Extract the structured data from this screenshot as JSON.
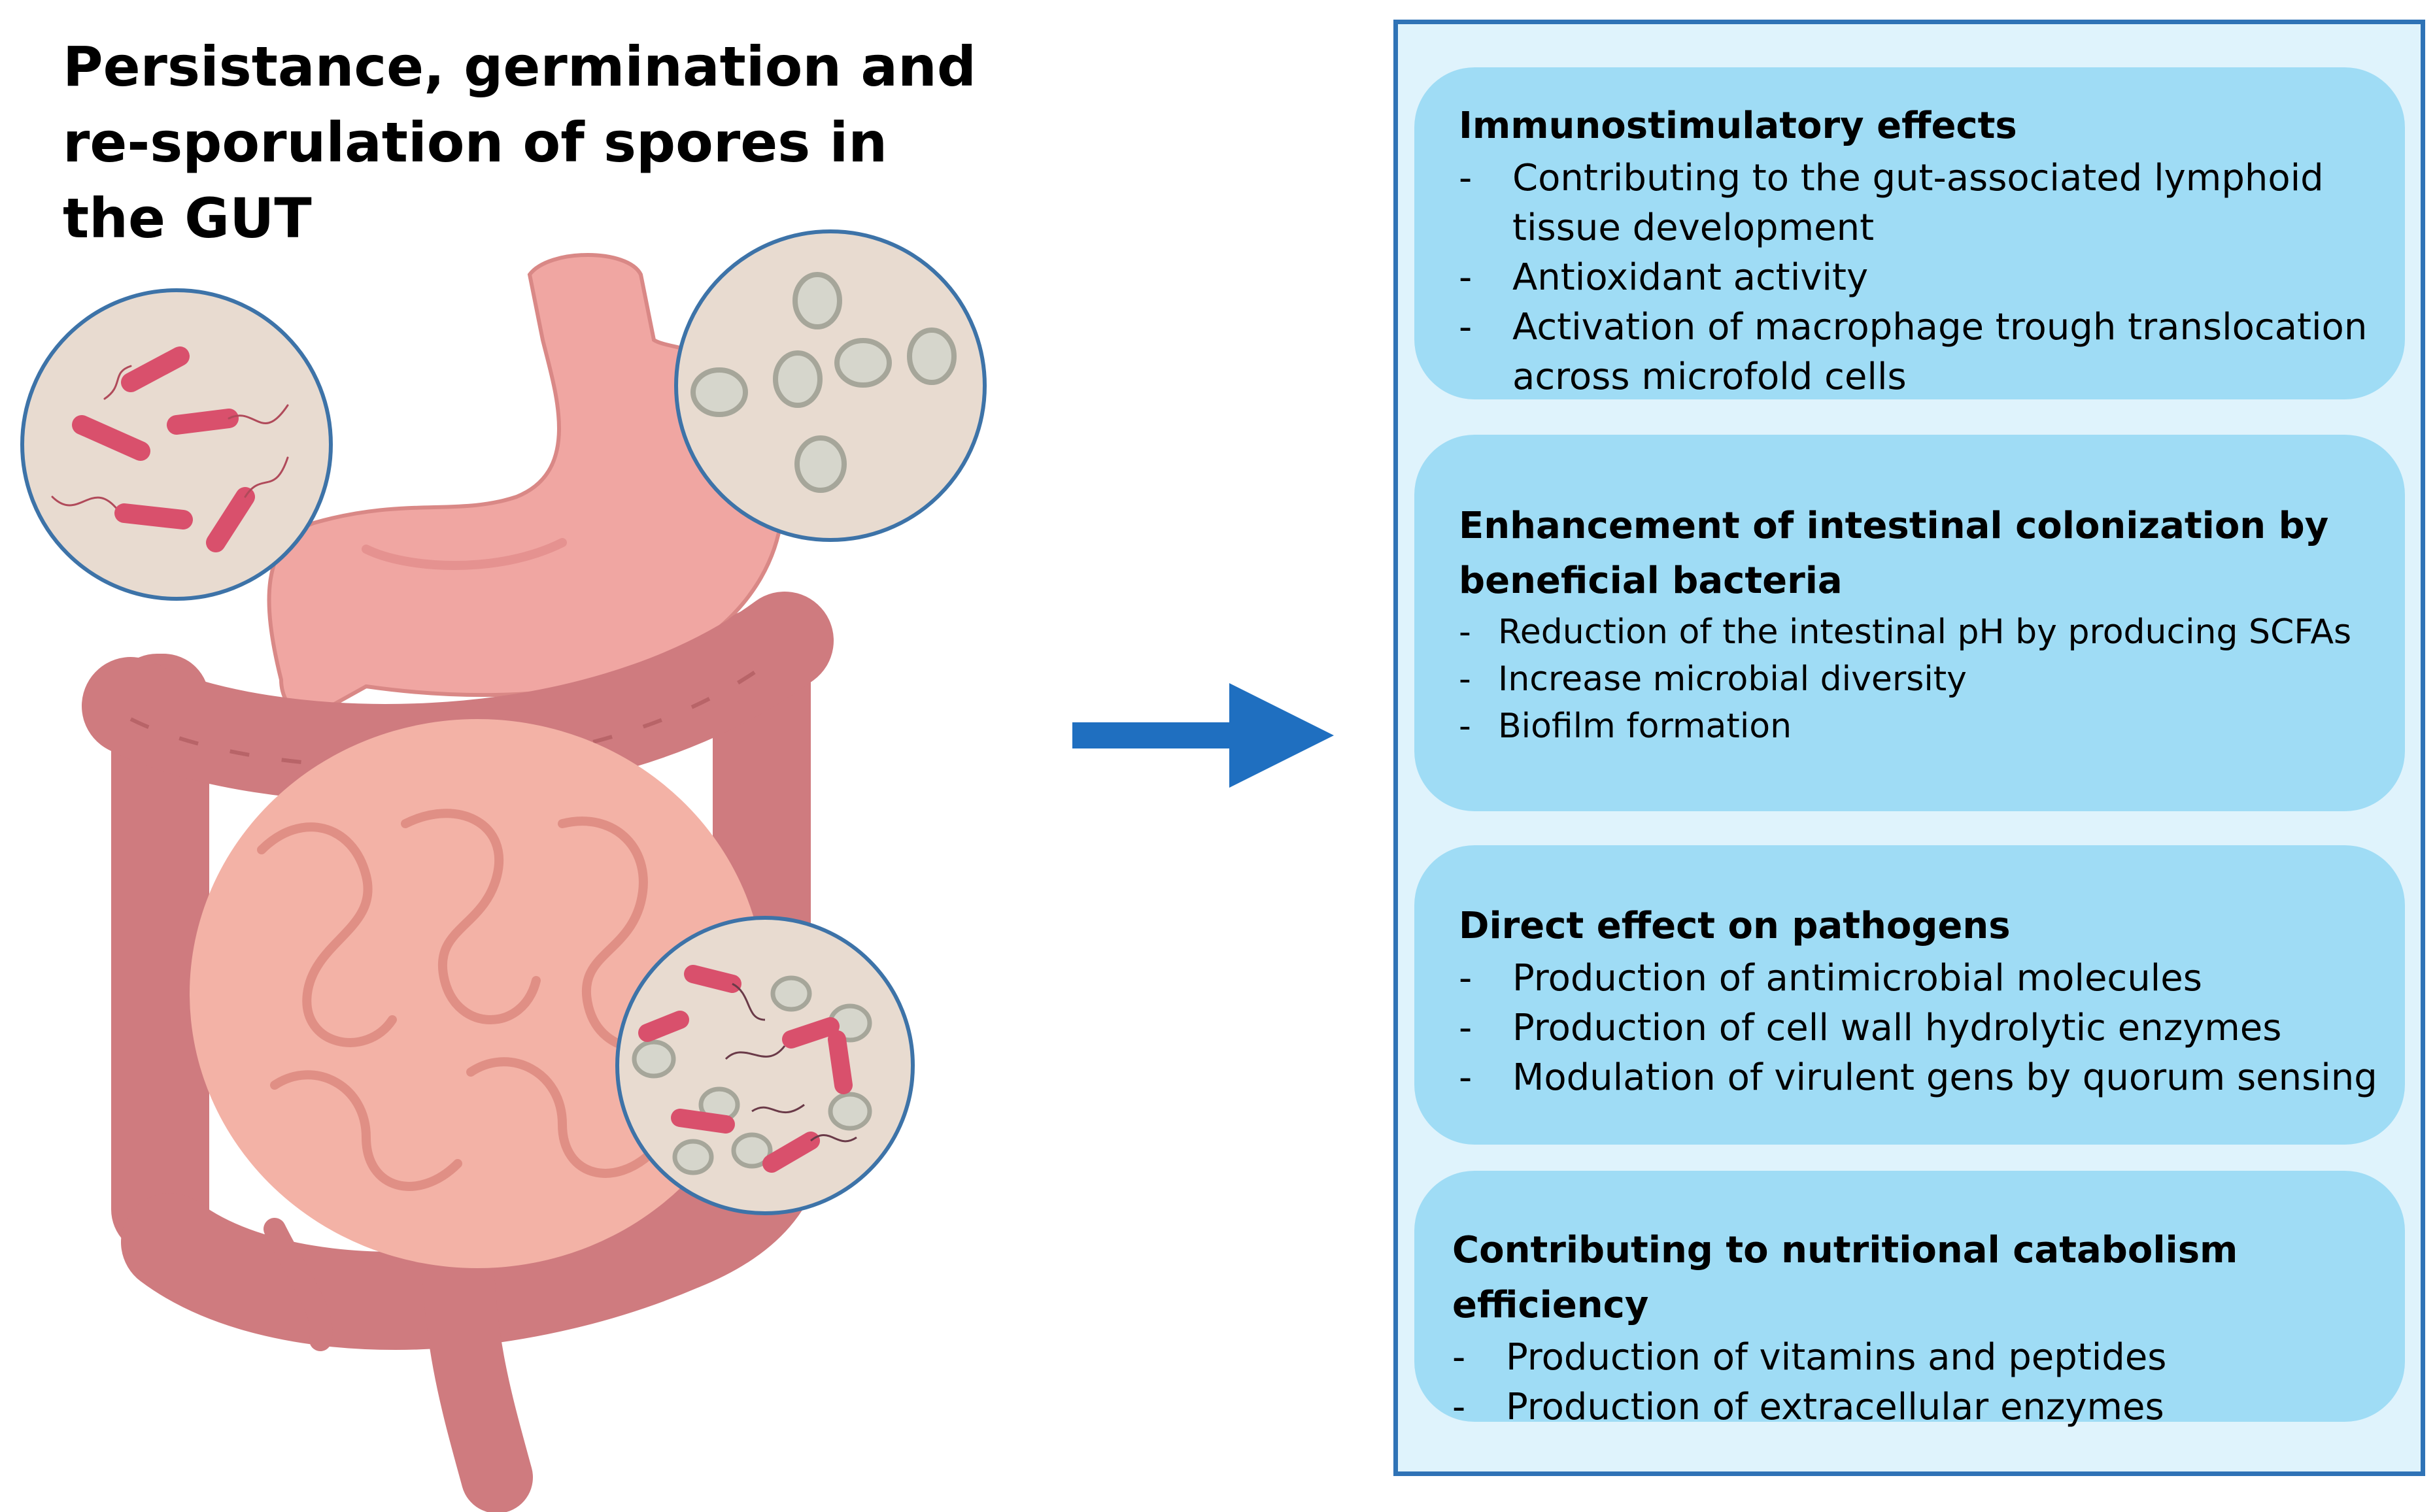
{
  "title": "Persistance, germination and re-sporulation of spores in the GUT",
  "colors": {
    "panel_border": "#2f73b6",
    "panel_bg": "#dff3fc",
    "card_bg": "#9fdcf5",
    "arrow": "#1f6fc0",
    "stomach": "#f0a6a2",
    "small_intestine": "#f3b2a6",
    "large_intestine": "#cf7b7f",
    "circle_bg": "#e8dbd0",
    "circle_border": "#3d73a8",
    "bacteria": "#d9506c",
    "spore": "#d6d6cc"
  },
  "effects": [
    {
      "title": "Immunostimulatory effects",
      "items": [
        "Contributing to the gut-associated lymphoid tissue development",
        "Antioxidant activity",
        "Activation of macrophage trough translocation across microfold cells"
      ]
    },
    {
      "title": "Enhancement of intestinal colonization by beneficial bacteria",
      "items": [
        "Reduction of the intestinal pH by producing SCFAs",
        "Increase microbial diversity",
        "Biofilm formation"
      ]
    },
    {
      "title": "Direct effect on pathogens",
      "items": [
        "Production of antimicrobial molecules",
        "Production of cell wall  hydrolytic enzymes",
        "Modulation of virulent gens by quorum sensing"
      ]
    },
    {
      "title": "Contributing to nutritional catabolism efficiency",
      "items": [
        "Production of vitamins and peptides",
        "Production of extracellular enzymes"
      ]
    }
  ]
}
